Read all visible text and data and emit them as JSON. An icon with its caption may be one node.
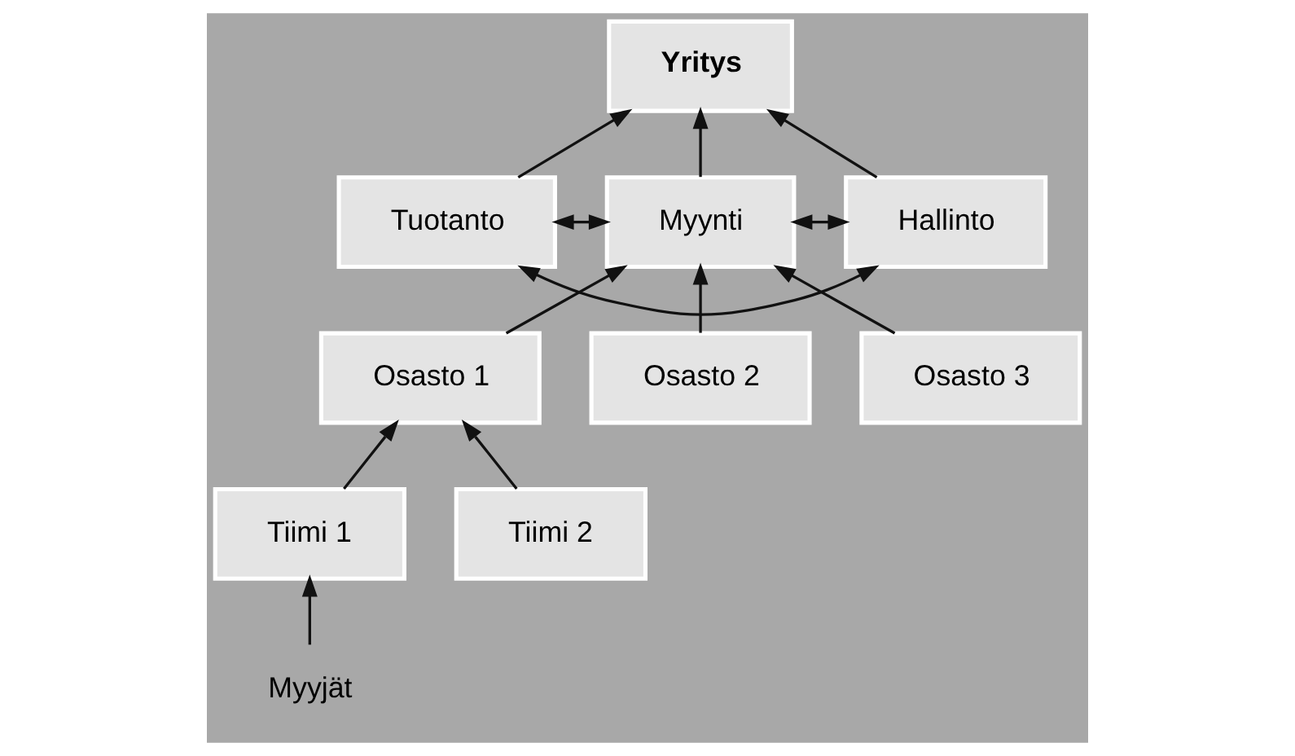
{
  "diagram": {
    "nodes": [
      {
        "text": [
          "Yritys"
        ]
      },
      {
        "text": [
          "Tuotanto"
        ]
      },
      {
        "text": [
          "Myynti"
        ]
      },
      {
        "text": [
          "Hallinto"
        ]
      },
      {
        "text": [
          "Osasto 1"
        ]
      },
      {
        "text": [
          "Osasto 2"
        ]
      },
      {
        "text": [
          "Osasto 3"
        ]
      },
      {
        "text": [
          "Tiimi 1"
        ]
      },
      {
        "text": [
          "Tiimi 2"
        ]
      },
      {
        "text": [
          "Myyjät"
        ]
      }
    ],
    "edges": [
      {
        "from": 1,
        "to": 0,
        "arrow": "to"
      },
      {
        "from": 2,
        "to": 0,
        "arrow": "to"
      },
      {
        "from": 3,
        "to": 0,
        "arrow": "to"
      },
      {
        "from": 1,
        "to": 3,
        "arrow": "both"
      },
      {
        "from": 1,
        "to": 2,
        "arrow": "both"
      },
      {
        "from": 2,
        "to": 3,
        "arrow": "both"
      },
      {
        "from": 4,
        "to": 2,
        "arrow": "to"
      },
      {
        "from": 5,
        "to": 2,
        "arrow": "to"
      },
      {
        "from": 6,
        "to": 2,
        "arrow": "to"
      },
      {
        "from": 7,
        "to": 4,
        "arrow": "to"
      },
      {
        "from": 8,
        "to": 4,
        "arrow": "to"
      },
      {
        "from": 9,
        "to": 7,
        "arrow": "to"
      }
    ]
  }
}
